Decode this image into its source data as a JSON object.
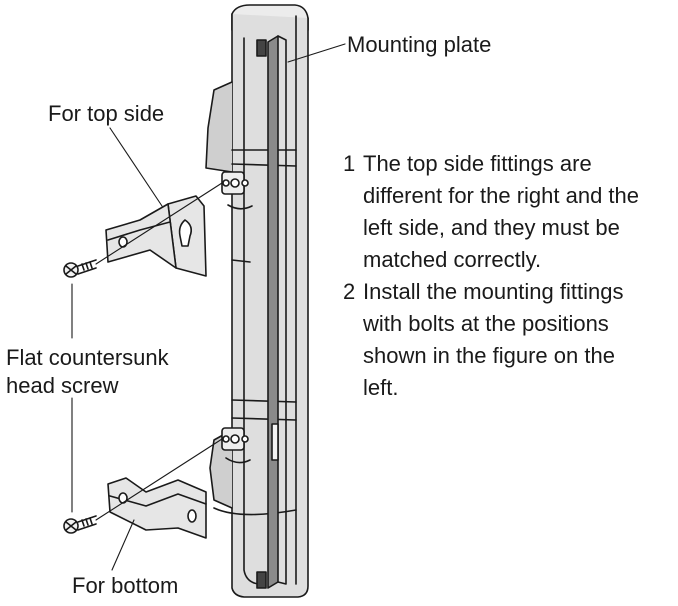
{
  "labels": {
    "mounting_plate": "Mounting plate",
    "top_side": "For top side",
    "screw": "Flat countersunk head screw",
    "screw_line1": "Flat countersunk",
    "screw_line2": "head screw",
    "bottom": "For bottom"
  },
  "notes": [
    {
      "number": "1",
      "text": "The top side fittings are different for the right and the left side, and they must be matched correctly.",
      "lines": [
        "The top side fittings are",
        "different for the right and the",
        "left side, and they must be",
        "matched correctly."
      ]
    },
    {
      "number": "2",
      "text": "Install the mounting fittings with bolts at the positions shown in the figure on the left.",
      "lines": [
        "Install the mounting fittings",
        "with bolts at the positions",
        "shown in the figure on the",
        "left."
      ]
    }
  ],
  "colors": {
    "housing": "#dedede",
    "housing_shade": "#c4c4c4",
    "plate": "#8a8a8a",
    "outline": "#1a1a1a",
    "bracket": "#e6e6e6"
  }
}
